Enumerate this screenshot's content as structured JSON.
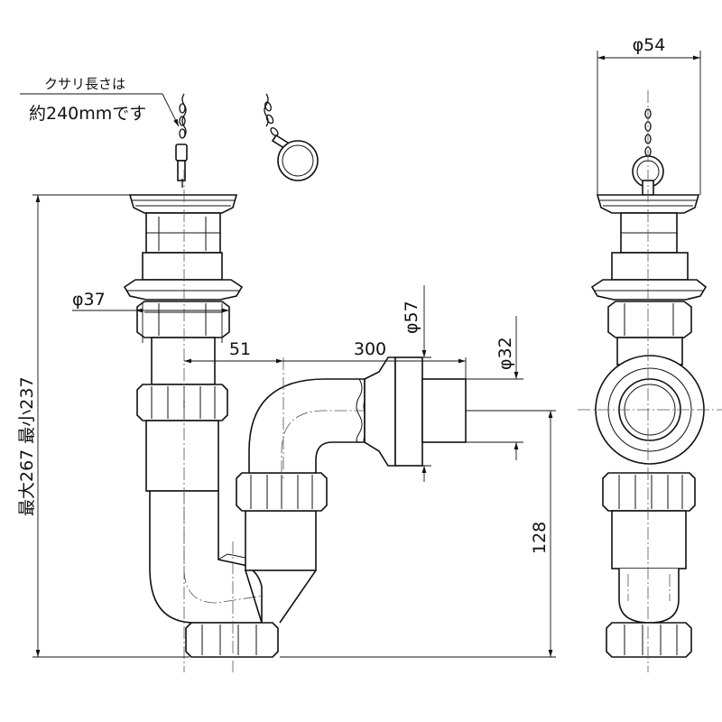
{
  "chain_note": {
    "line1": "クサリ長さは",
    "line2": "約240mmです"
  },
  "dimensions": {
    "height_range": "最大267  最小237",
    "width_top": "φ54",
    "dia_stopper": "φ37",
    "offset": "51",
    "length": "300",
    "dia_flange": "φ57",
    "dia_pipe": "φ32",
    "outlet_height": "128"
  }
}
